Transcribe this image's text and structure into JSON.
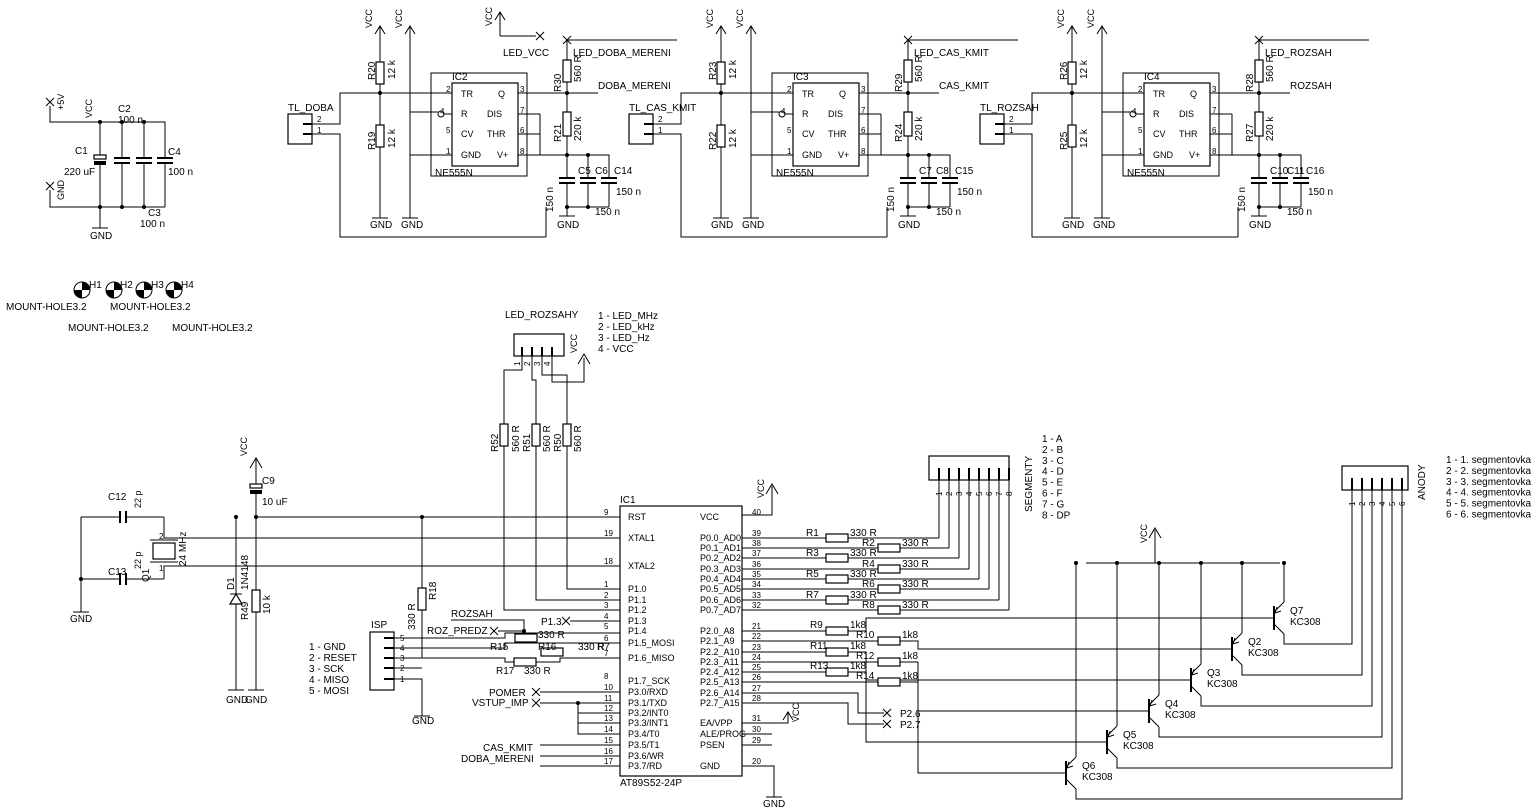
{
  "power": {
    "p5v": "+5V",
    "gnd_flag": "GND",
    "vcc": "VCC",
    "c1": "C1",
    "c1_val": "220 uF",
    "c2": "C2",
    "c2_val": "100 n",
    "c3": "C3",
    "c3_val": "100 n",
    "c4": "C4",
    "c4_val": "100 n",
    "gnd": "GND"
  },
  "holes": {
    "h1": "H1",
    "h2": "H2",
    "h3": "H3",
    "h4": "H4",
    "val": "MOUNT-HOLE3.2"
  },
  "timers": [
    {
      "btn": "TL_DOBA",
      "ra": "R20",
      "ra_val": "12 k",
      "rb": "R19",
      "rb_val": "12 k",
      "ic": "IC2",
      "model": "NE555N",
      "rc": "R30",
      "rc_val": "560 R",
      "rd": "R21",
      "rd_val": "220 k",
      "ca": "C5",
      "cb": "C6",
      "cc": "C14",
      "cval": "150 n",
      "led": "LED_VCC",
      "led_net": "LED_DOBA_MERENI",
      "net": "DOBA_MERENI"
    },
    {
      "btn": "TL_CAS_KMIT",
      "ra": "R23",
      "ra_val": "12 k",
      "rb": "R22",
      "rb_val": "12 k",
      "ic": "IC3",
      "model": "NE555N",
      "rc": "R29",
      "rc_val": "560 R",
      "rd": "R24",
      "rd_val": "220 k",
      "ca": "C7",
      "cb": "C8",
      "cc": "C15",
      "cval": "150 n",
      "led": "",
      "led_net": "LED_CAS_KMIT",
      "net": "CAS_KMIT"
    },
    {
      "btn": "TL_ROZSAH",
      "ra": "R26",
      "ra_val": "12 k",
      "rb": "R25",
      "rb_val": "12 k",
      "ic": "IC4",
      "model": "NE555N",
      "rc": "R28",
      "rc_val": "560 R",
      "rd": "R27",
      "rd_val": "220 k",
      "ca": "C10",
      "cb": "C11",
      "cc": "C16",
      "cval": "150 n",
      "led": "",
      "led_net": "LED_ROZSAH",
      "net": "ROZSAH"
    }
  ],
  "pins555": {
    "tr": "TR",
    "q": "Q",
    "r": "R",
    "dis": "DIS",
    "cv": "CV",
    "thr": "THR",
    "gnd": "GND",
    "vp": "V+",
    "n2": "2",
    "n3": "3",
    "n4": "4",
    "n7": "7",
    "n5": "5",
    "n6": "6",
    "n1": "1",
    "n8": "8"
  },
  "led_conn": {
    "name": "LED_ROZSAHY",
    "legend": [
      "1 - LED_MHz",
      "2 - LED_kHz",
      "3 - LED_Hz",
      "4 - VCC"
    ],
    "r52": "R52",
    "r51": "R51",
    "r50": "R50",
    "rval": "560 R"
  },
  "seg_conn": {
    "name": "SEGMENTY",
    "legend": [
      "1 - A",
      "2 - B",
      "3 - C",
      "4 - D",
      "5 - E",
      "6 - F",
      "7 - G",
      "8 - DP"
    ]
  },
  "anody": {
    "name": "ANODY",
    "legend": [
      "1 - 1. segmentovka",
      "2 - 2. segmentovka",
      "3 - 3. segmentovka",
      "4 - 4. segmentovka",
      "5 - 5. segmentovka",
      "6 - 6. segmentovka"
    ]
  },
  "mcu": {
    "name": "IC1",
    "model": "AT89S52-24P",
    "left_pins": [
      {
        "n": "9",
        "l": "RST"
      },
      {
        "n": "19",
        "l": "XTAL1"
      },
      {
        "n": "18",
        "l": "XTAL2"
      },
      {
        "n": "1",
        "l": "P1.0"
      },
      {
        "n": "2",
        "l": "P1.1"
      },
      {
        "n": "3",
        "l": "P1.2"
      },
      {
        "n": "4",
        "l": "P1.3"
      },
      {
        "n": "5",
        "l": "P1.4"
      },
      {
        "n": "6",
        "l": "P1.5_MOSI"
      },
      {
        "n": "7",
        "l": "P1.6_MISO"
      },
      {
        "n": "8",
        "l": "P1.7_SCK"
      },
      {
        "n": "10",
        "l": "P3.0/RXD"
      },
      {
        "n": "11",
        "l": "P3.1/TXD"
      },
      {
        "n": "12",
        "l": "P3.2/INT0"
      },
      {
        "n": "13",
        "l": "P3.3/INT1"
      },
      {
        "n": "14",
        "l": "P3.4/T0"
      },
      {
        "n": "15",
        "l": "P3.5/T1"
      },
      {
        "n": "16",
        "l": "P3.6/WR"
      },
      {
        "n": "17",
        "l": "P3.7/RD"
      }
    ],
    "right_pins": [
      {
        "n": "40",
        "l": "VCC"
      },
      {
        "n": "39",
        "l": "P0.0_AD0"
      },
      {
        "n": "38",
        "l": "P0.1_AD1"
      },
      {
        "n": "37",
        "l": "P0.2_AD2"
      },
      {
        "n": "36",
        "l": "P0.3_AD3"
      },
      {
        "n": "35",
        "l": "P0.4_AD4"
      },
      {
        "n": "34",
        "l": "P0.5_AD5"
      },
      {
        "n": "33",
        "l": "P0.6_AD6"
      },
      {
        "n": "32",
        "l": "P0.7_AD7"
      },
      {
        "n": "21",
        "l": "P2.0_A8"
      },
      {
        "n": "22",
        "l": "P2.1_A9"
      },
      {
        "n": "23",
        "l": "P2.2_A10"
      },
      {
        "n": "24",
        "l": "P2.3_A11"
      },
      {
        "n": "25",
        "l": "P2.4_A12"
      },
      {
        "n": "26",
        "l": "P2.5_A13"
      },
      {
        "n": "27",
        "l": "P2.6_A14"
      },
      {
        "n": "28",
        "l": "P2.7_A15"
      },
      {
        "n": "31",
        "l": "EA/VPP"
      },
      {
        "n": "30",
        "l": "ALE/PROG"
      },
      {
        "n": "29",
        "l": "PSEN"
      },
      {
        "n": "20",
        "l": "GND"
      }
    ]
  },
  "seg_res": [
    {
      "n": "R1",
      "v": "330 R"
    },
    {
      "n": "R2",
      "v": "330 R"
    },
    {
      "n": "R3",
      "v": "330 R"
    },
    {
      "n": "R4",
      "v": "330 R"
    },
    {
      "n": "R5",
      "v": "330 R"
    },
    {
      "n": "R6",
      "v": "330 R"
    },
    {
      "n": "R7",
      "v": "330 R"
    },
    {
      "n": "R8",
      "v": "330 R"
    }
  ],
  "base_res": [
    {
      "n": "R9",
      "v": "1k8"
    },
    {
      "n": "R10",
      "v": "1k8"
    },
    {
      "n": "R11",
      "v": "1k8"
    },
    {
      "n": "R12",
      "v": "1k8"
    },
    {
      "n": "R13",
      "v": "1k8"
    },
    {
      "n": "R14",
      "v": "1k8"
    }
  ],
  "transistors": [
    {
      "n": "Q7",
      "v": "KC308"
    },
    {
      "n": "Q2",
      "v": "KC308"
    },
    {
      "n": "Q3",
      "v": "KC308"
    },
    {
      "n": "Q4",
      "v": "KC308"
    },
    {
      "n": "Q5",
      "v": "KC308"
    },
    {
      "n": "Q6",
      "v": "KC308"
    }
  ],
  "osc": {
    "c12": "C12",
    "c12_val": "22 p",
    "c13": "C13",
    "c13_val": "22 p",
    "q1": "Q1",
    "q1_val": "24 MHz",
    "c9": "C9",
    "c9_val": "10 uF",
    "d1": "D1",
    "d1_val": "1N4148",
    "r49": "R49",
    "r49_val": "10 k",
    "r18": "R18",
    "r18_val": "330 R"
  },
  "isp": {
    "name": "ISP",
    "legend": [
      "1 - GND",
      "2 - RESET",
      "3 - SCK",
      "4 - MISO",
      "5 - MOSI"
    ],
    "r15": "R15",
    "r16": "R16",
    "r17": "R17",
    "r7": "R7",
    "rval": "330 R"
  },
  "nets": {
    "rozsah": "ROZSAH",
    "roz_predz": "ROZ_PREDZ",
    "p13": "P1.3",
    "pomer": "POMER",
    "vstup": "VSTUP_IMP",
    "cas_kmit": "CAS_KMIT",
    "doba": "DOBA_MERENI",
    "p26": "P2.6",
    "p27": "P2.7"
  }
}
